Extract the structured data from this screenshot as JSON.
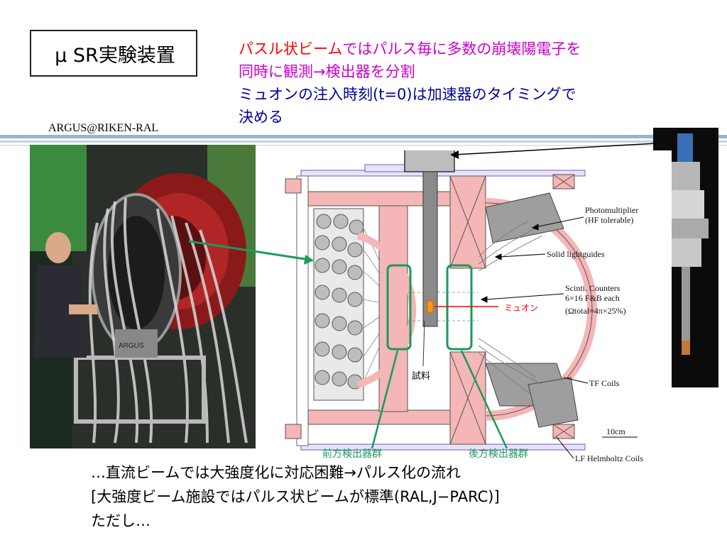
{
  "title": "μ SR実験装置",
  "header": {
    "line1_red": "パスル状ビーム",
    "line1_rest": "ではパルス毎に多数の崩壊陽電子を",
    "line2": "同時に観測→検出器を分割",
    "line3": "ミュオンの注入時刻(t=0)は加速器のタイミングで",
    "line4": "決める"
  },
  "photo_caption": "ARGUS@RIKEN-RAL",
  "photo_left_label": "ARGUS",
  "diagram": {
    "labels": {
      "pmt": "Photomultiplier",
      "pmt_sub": "(HF tolerable)",
      "lightguides": "Solid lightguides",
      "scinti": "Scinti. Counters",
      "scinti_sub": "6×16 F&B each",
      "omega": "(Ωtotal≈4π×25%)",
      "tf": "TF Coils",
      "scale": "10cm",
      "lf": "LF Helmholtz Coils"
    },
    "muon": "ミュオン",
    "sample": "試料",
    "forward": "前方検出器群",
    "backward": "後方検出器群"
  },
  "footer": {
    "line1": "…直流ビームでは大強度化に対応困難→パルス化の流れ",
    "line2": "[大強度ビーム施設ではパルス状ビームが標準(RAL,J−PARC)]",
    "line3": "ただし…"
  },
  "colors": {
    "coil_pink": "#f4b6b6",
    "detector_green": "#1a9a5a",
    "muon_red": "#ff0000",
    "accent_magenta": "#cc00cc",
    "accent_navy": "#000099"
  }
}
